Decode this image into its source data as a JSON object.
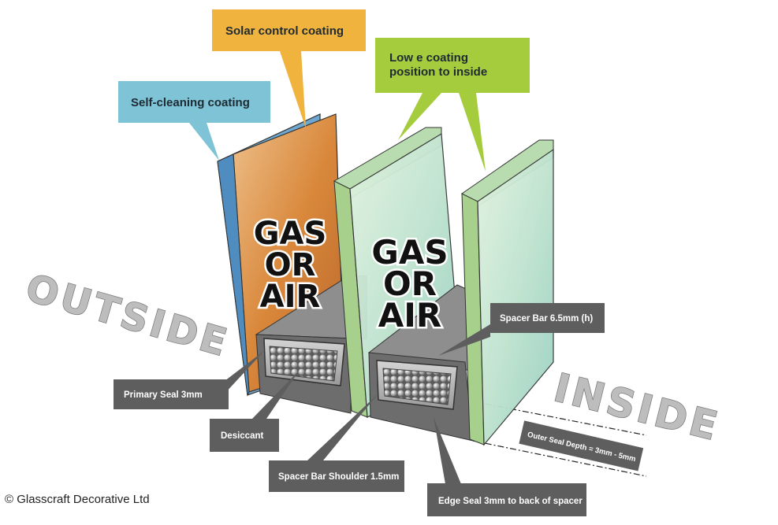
{
  "callouts": {
    "self_cleaning": "Self-cleaning coating",
    "solar_control": "Solar control coating",
    "low_e_line1": "Low e coating",
    "low_e_line2": "position to inside"
  },
  "gaps": {
    "outer_line1": "GAS",
    "outer_line2": "OR",
    "outer_line3": "AIR",
    "inner_line1": "GAS",
    "inner_line2": "OR",
    "inner_line3": "AIR"
  },
  "ground_labels": {
    "outside": "OUTSIDE",
    "inside": "INSIDE"
  },
  "components": {
    "primary_seal": "Primary Seal 3mm",
    "desiccant": "Desiccant",
    "spacer_shoulder": "Spacer Bar Shoulder 1.5mm",
    "edge_seal": "Edge Seal 3mm to back of spacer",
    "spacer_bar": "Spacer Bar 6.5mm (h)",
    "outer_seal_depth": "Outer Seal Depth = 3mm - 5mm"
  },
  "colors": {
    "blue_callout": "#7ec3d6",
    "orange_callout": "#f0b33d",
    "green_callout": "#a4cc3c",
    "grey_label": "#5e5e5e",
    "orange_glass": "#d88a3a",
    "green_glass": "#bfe4c8"
  },
  "copyright": "© Glasscraft Decorative Ltd"
}
